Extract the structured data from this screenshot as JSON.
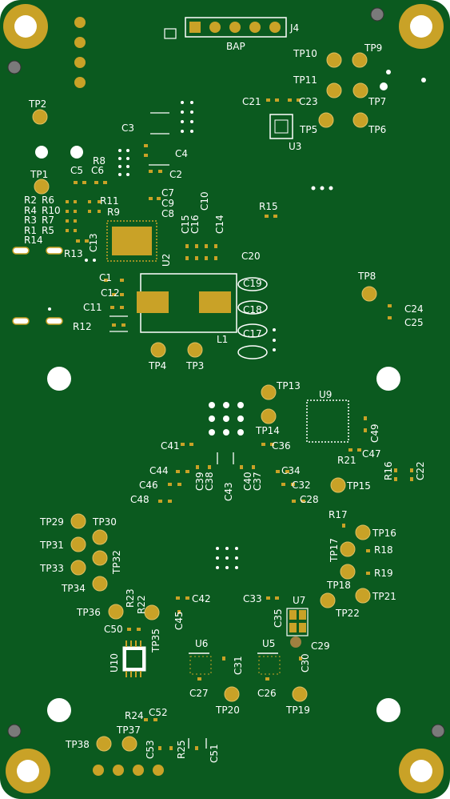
{
  "colors": {
    "board": "#0b5a1f",
    "copper": "#c9a227",
    "silk": "#ffffff",
    "hole": "#ffffff",
    "via": "#f0f0f0"
  },
  "labels": {
    "TP1": "TP1",
    "TP2": "TP2",
    "TP3": "TP3",
    "TP4": "TP4",
    "TP5": "TP5",
    "TP6": "TP6",
    "TP7": "TP7",
    "TP8": "TP8",
    "TP9": "TP9",
    "TP10": "TP10",
    "TP11": "TP11",
    "TP13": "TP13",
    "TP14": "TP14",
    "TP15": "TP15",
    "TP16": "TP16",
    "TP17": "TP17",
    "TP18": "TP18",
    "TP19": "TP19",
    "TP20": "TP20",
    "TP21": "TP21",
    "TP22": "TP22",
    "TP29": "TP29",
    "TP30": "TP30",
    "TP31": "TP31",
    "TP32": "TP32",
    "TP33": "TP33",
    "TP34": "TP34",
    "TP35": "TP35",
    "TP36": "TP36",
    "TP37": "TP37",
    "TP38": "TP38",
    "J4": "J4",
    "BAP": "BAP",
    "U2": "U2",
    "U3": "U3",
    "U5": "U5",
    "U6": "U6",
    "U7": "U7",
    "U9": "U9",
    "U10": "U10",
    "L1": "L1",
    "C1": "C1",
    "C2": "C2",
    "C3": "C3",
    "C4": "C4",
    "C5": "C5",
    "C6": "C6",
    "C7": "C7",
    "C8": "C8",
    "C9": "C9",
    "C10": "C10",
    "C11": "C11",
    "C12": "C12",
    "C13": "C13",
    "C14": "C14",
    "C15": "C15",
    "C16": "C16",
    "C17": "C17",
    "C18": "C18",
    "C19": "C19",
    "C20": "C20",
    "C21": "C21",
    "C22": "C22",
    "C23": "C23",
    "C24": "C24",
    "C25": "C25",
    "C26": "C26",
    "C27": "C27",
    "C28": "C28",
    "C29": "C29",
    "C30": "C30",
    "C31": "C31",
    "C32": "C32",
    "C33": "C33",
    "C34": "C34",
    "C35": "C35",
    "C36": "C36",
    "C37": "C37",
    "C38": "C38",
    "C39": "C39",
    "C40": "C40",
    "C41": "C41",
    "C42": "C42",
    "C43": "C43",
    "C44": "C44",
    "C45": "C45",
    "C46": "C46",
    "C47": "C47",
    "C48": "C48",
    "C49": "C49",
    "C50": "C50",
    "C51": "C51",
    "C52": "C52",
    "C53": "C53",
    "R1": "R1",
    "R2": "R2",
    "R3": "R3",
    "R4": "R4",
    "R5": "R5",
    "R6": "R6",
    "R7": "R7",
    "R8": "R8",
    "R9": "R9",
    "R10": "R10",
    "R11": "R11",
    "R12": "R12",
    "R13": "R13",
    "R14": "R14",
    "R15": "R15",
    "R16": "R16",
    "R17": "R17",
    "R18": "R18",
    "R19": "R19",
    "R21": "R21",
    "R22": "R22",
    "R23": "R23",
    "R24": "R24",
    "R25": "R25"
  }
}
